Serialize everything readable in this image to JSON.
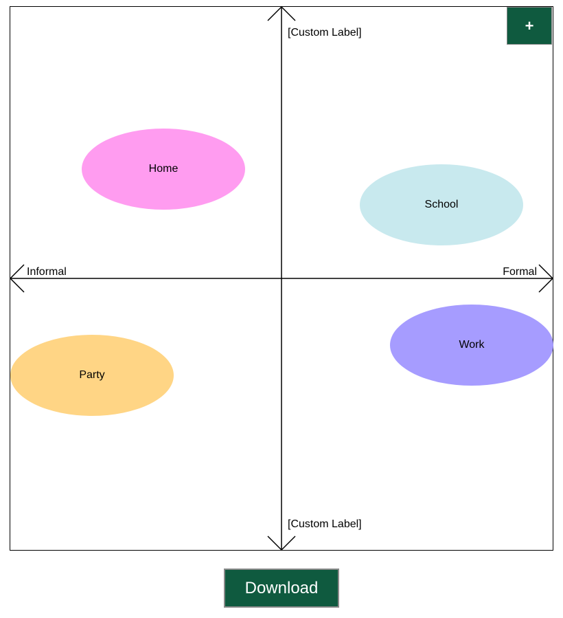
{
  "diagram": {
    "axes": {
      "top_label": "[Custom Label]",
      "bottom_label": "[Custom Label]",
      "left_label": "Informal",
      "right_label": "Formal",
      "line_color": "#000000"
    },
    "bubbles": [
      {
        "label": "Home",
        "color": "#ff9cf0"
      },
      {
        "label": "School",
        "color": "#c8e9ee"
      },
      {
        "label": "Party",
        "color": "#ffd585"
      },
      {
        "label": "Work",
        "color": "#a69cff"
      }
    ]
  },
  "controls": {
    "add_label": "+",
    "download_label": "Download",
    "button_color": "#0f5a3f"
  }
}
